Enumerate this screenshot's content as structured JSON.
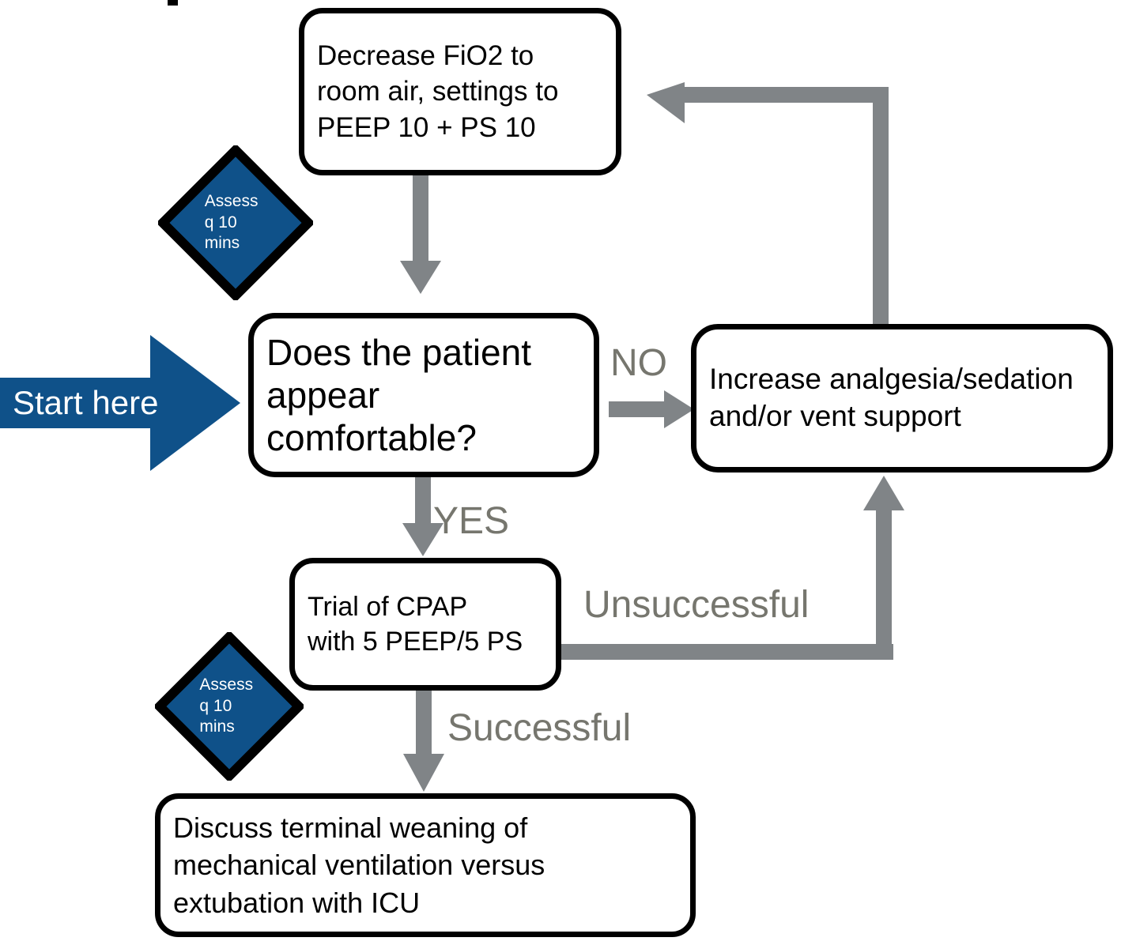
{
  "diagram": {
    "type": "flowchart",
    "title": "Ventilator weaning / comfort assessment algorithm",
    "colors": {
      "accent_blue": "#0F5189",
      "edge_gray": "#808487",
      "label_gray": "#76766E",
      "node_border": "#000000",
      "node_fill": "#FFFFFF",
      "text_on_accent": "#FFFFFF"
    }
  },
  "start": {
    "label": "Start here",
    "icon": "right-block-arrow-icon"
  },
  "nodes": {
    "fio2": {
      "id": "decrease-fio2",
      "shape": "rounded-rect",
      "text": "Decrease FiO2 to\nroom air, settings to\nPEEP 10 + PS 10"
    },
    "comfort": {
      "id": "patient-comfortable",
      "shape": "rounded-rect",
      "text": "Does the patient\nappear\ncomfortable?"
    },
    "increase": {
      "id": "increase-support",
      "shape": "rounded-rect",
      "text": "Increase analgesia/sedation\nand/or vent support"
    },
    "cpap": {
      "id": "trial-of-cpap",
      "shape": "rounded-rect",
      "text": "Trial of CPAP\nwith 5 PEEP/5 PS"
    },
    "discuss": {
      "id": "discuss-terminal-weaning",
      "shape": "rounded-rect",
      "text": "Discuss terminal weaning of\nmechanical ventilation versus\nextubation with ICU"
    }
  },
  "diamonds": {
    "top": {
      "id": "assess-q10-top",
      "shape": "diamond",
      "text": "Assess\nq 10\nmins"
    },
    "bottom": {
      "id": "assess-q10-bottom",
      "shape": "diamond",
      "text": "Assess\nq 10\nmins"
    }
  },
  "edges": {
    "fio2_to_comfort": {
      "label": "",
      "from": "decrease-fio2",
      "to": "patient-comfortable"
    },
    "comfort_to_increase": {
      "label": "NO",
      "from": "patient-comfortable",
      "to": "increase-support"
    },
    "comfort_to_cpap": {
      "label": "YES",
      "from": "patient-comfortable",
      "to": "trial-of-cpap"
    },
    "cpap_to_increase": {
      "label": "Unsuccessful",
      "from": "trial-of-cpap",
      "to": "increase-support"
    },
    "cpap_to_discuss": {
      "label": "Successful",
      "from": "trial-of-cpap",
      "to": "discuss-terminal-weaning"
    },
    "increase_to_fio2": {
      "label": "",
      "from": "increase-support",
      "to": "decrease-fio2"
    }
  }
}
